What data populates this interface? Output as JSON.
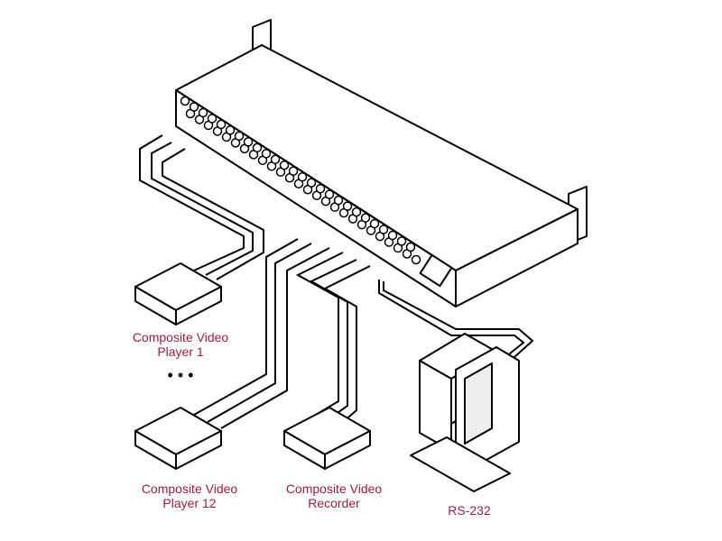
{
  "labels": {
    "player1": [
      "Composite Video",
      "Player 1"
    ],
    "ellipsis": "• • •",
    "player12": [
      "Composite Video",
      "Player 12"
    ],
    "recorder": [
      "Composite Video",
      "Recorder"
    ],
    "rs232": "RS-232"
  },
  "colors": {
    "label": "#9a1d4a",
    "line": "#000000"
  }
}
